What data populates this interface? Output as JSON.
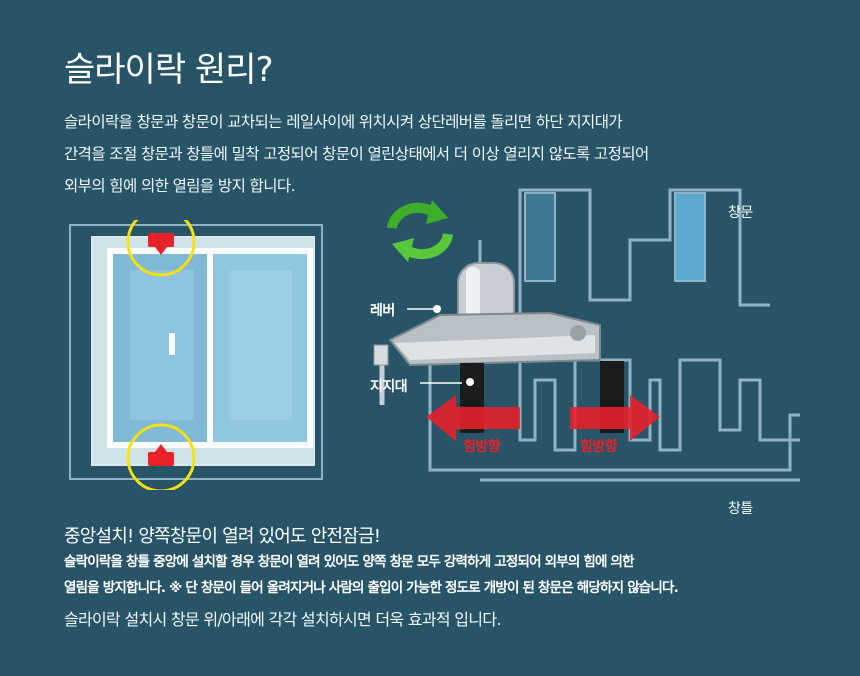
{
  "title": "슬라이락 원리?",
  "description": [
    "슬라이락을 창문과 창문이 교차되는 레일사이에 위치시켜 상단레버를 돌리면 하단 지지대가",
    "간격을 조절 창문과 창틀에 밀착 고정되어 창문이 열린상태에서 더 이상 열리지 않도록 고정되어",
    "외부의 힘에 의한 열림을 방지 합니다."
  ],
  "diagram_labels": {
    "lever": "레버",
    "support": "지지대",
    "sash": "창문",
    "frame": "창틀",
    "force_left": "힘방향",
    "force_right": "힘방향"
  },
  "subheading": "중앙설치! 양쪽창문이 열려 있어도 안전잠금!",
  "bold_text": [
    "슬락이락을 창틀 중앙에 설치할 경우 창문이 열려 있어도 양쪽 창문 모두 강력하게 고정되어 외부의 힘에 의한",
    "열림을 방지합니다. ※ 단 창문이 들어 올려지거나 사람의 출입이 가능한 정도로 개방이 된 창문은 해당하지 않습니다."
  ],
  "footer": "슬라이락 설치시 창문 위/아래에 각각 설치하시면 더욱 효과적 입니다.",
  "colors": {
    "background": "#275567",
    "highlight_circle": "#f4e10e",
    "lock_red": "#e8212a",
    "glass": "#8fc7e0",
    "rail_line": "#8fb3c4"
  },
  "icons": [
    "refresh-arrows-icon",
    "lock-marker-icon",
    "force-arrow-icon"
  ]
}
